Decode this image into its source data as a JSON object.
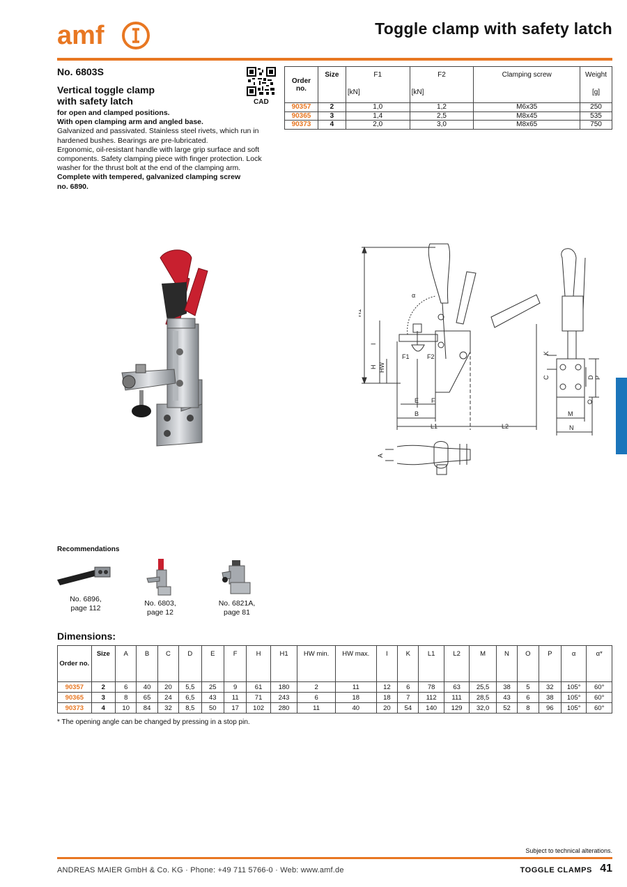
{
  "header": {
    "logo_text": "amf",
    "title": "Toggle clamp with safety latch"
  },
  "product": {
    "number": "No. 6803S",
    "subtitle_1": "Vertical toggle clamp",
    "subtitle_2": "with safety latch",
    "cad_label": "CAD",
    "description": [
      {
        "text": "for open and clamped positions.",
        "bold": true
      },
      {
        "text": "With open clamping arm and angled base.",
        "bold": true
      },
      {
        "text": "Galvanized and passivated. Stainless steel rivets, which run in",
        "bold": false
      },
      {
        "text": "hardened bushes. Bearings are pre-lubricated.",
        "bold": false
      },
      {
        "text": "Ergonomic, oil-resistant handle with large grip surface and soft",
        "bold": false
      },
      {
        "text": "components. Safety clamping piece with finger protection. Lock",
        "bold": false
      },
      {
        "text": "washer for the thrust bolt at the end of the clamping arm.",
        "bold": false
      },
      {
        "text": "Complete with tempered, galvanized clamping screw",
        "bold": true
      },
      {
        "text": "no. 6890.",
        "bold": true
      }
    ]
  },
  "order_table": {
    "headers": {
      "order_no": "Order no.",
      "size": "Size",
      "f1": "F1",
      "f1_unit": "[kN]",
      "f2": "F2",
      "f2_unit": "[kN]",
      "screw": "Clamping screw",
      "weight": "Weight",
      "weight_unit": "[g]"
    },
    "rows": [
      {
        "order": "90357",
        "size": "2",
        "f1": "1,0",
        "f2": "1,2",
        "screw": "M6x35",
        "weight": "250"
      },
      {
        "order": "90365",
        "size": "3",
        "f1": "1,4",
        "f2": "2,5",
        "screw": "M8x45",
        "weight": "535"
      },
      {
        "order": "90373",
        "size": "4",
        "f1": "2,0",
        "f2": "3,0",
        "screw": "M8x65",
        "weight": "750"
      }
    ]
  },
  "drawing_labels": {
    "h1": "H1",
    "i": "I",
    "h": "H",
    "hw": "HW",
    "f1": "F1",
    "f2": "F2",
    "alpha": "α",
    "e": "E",
    "f": "F",
    "b": "B",
    "l1": "L1",
    "l2": "L2",
    "k": "K",
    "c": "C",
    "d": "D",
    "p": "P",
    "o": "O",
    "m": "M",
    "n": "N",
    "a": "A"
  },
  "recommendations": {
    "title": "Recommendations",
    "items": [
      {
        "line1": "No. 6896,",
        "line2": "page 112"
      },
      {
        "line1": "No. 6803,",
        "line2": "page 12"
      },
      {
        "line1": "No. 6821A,",
        "line2": "page 81"
      }
    ]
  },
  "dimensions": {
    "title": "Dimensions:",
    "headers": [
      "Order no.",
      "Size",
      "A",
      "B",
      "C",
      "D",
      "E",
      "F",
      "H",
      "H1",
      "HW min.",
      "HW max.",
      "I",
      "K",
      "L1",
      "L2",
      "M",
      "N",
      "O",
      "P",
      "α",
      "α*"
    ],
    "rows": [
      [
        "90357",
        "2",
        "6",
        "40",
        "20",
        "5,5",
        "25",
        "9",
        "61",
        "180",
        "2",
        "11",
        "12",
        "6",
        "78",
        "63",
        "25,5",
        "38",
        "5",
        "32",
        "105°",
        "60°"
      ],
      [
        "90365",
        "3",
        "8",
        "65",
        "24",
        "6,5",
        "43",
        "11",
        "71",
        "243",
        "6",
        "18",
        "18",
        "7",
        "112",
        "111",
        "28,5",
        "43",
        "6",
        "38",
        "105°",
        "60°"
      ],
      [
        "90373",
        "4",
        "10",
        "84",
        "32",
        "8,5",
        "50",
        "17",
        "102",
        "280",
        "11",
        "40",
        "20",
        "54",
        "140",
        "129",
        "32,0",
        "52",
        "8",
        "96",
        "105°",
        "60°"
      ]
    ],
    "footnote": "* The opening angle can be changed by pressing in a stop pin."
  },
  "footer": {
    "alterations": "Subject to technical alterations.",
    "company": "ANDREAS MAIER GmbH & Co. KG · Phone: +49 711 5766-0 · Web: www.amf.de",
    "section": "TOGGLE CLAMPS",
    "page": "41"
  },
  "colors": {
    "accent": "#e87722",
    "tab_blue": "#1b75bb",
    "handle_red": "#c8202f"
  }
}
